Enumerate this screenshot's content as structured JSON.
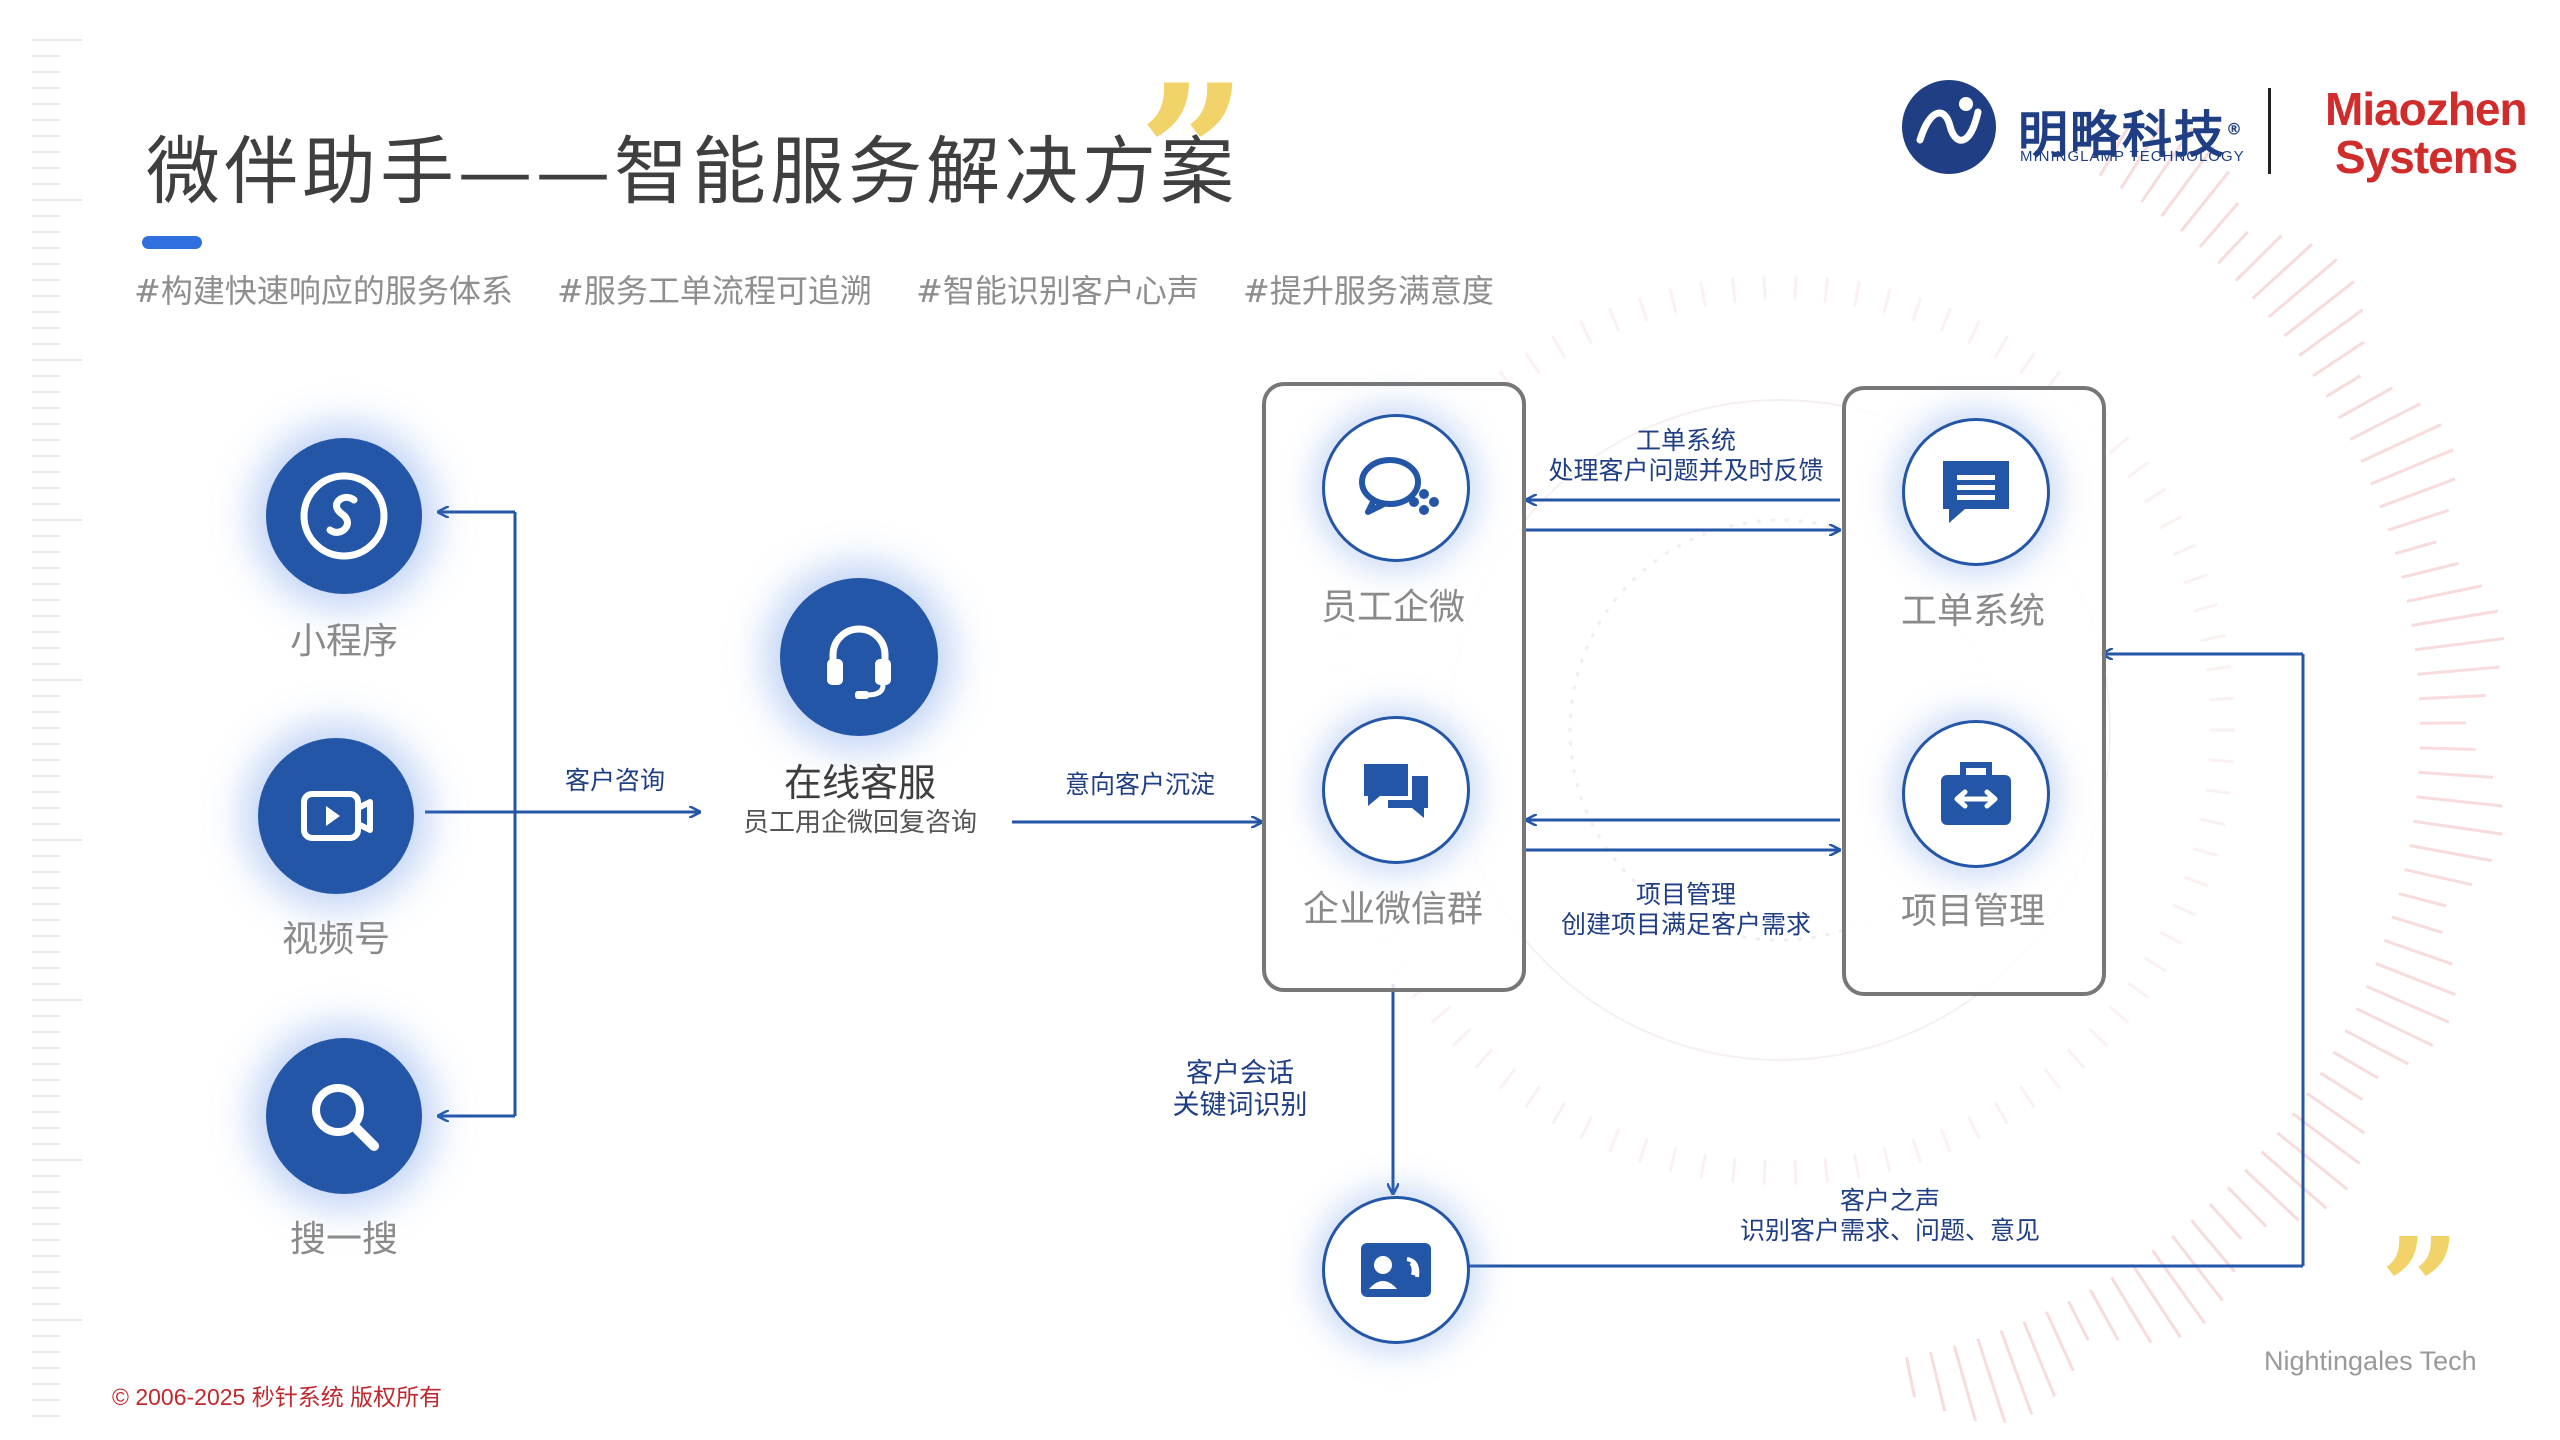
{
  "title": "微伴助手——智能服务解决方案",
  "tags": [
    "#构建快速响应的服务体系",
    "#服务工单流程可追溯",
    "#智能识别客户心声",
    "#提升服务满意度"
  ],
  "brand": {
    "cn_name": "明略科技",
    "registered": "®",
    "en_name": "MININGLAMP TECHNOLOGY",
    "miaozhen_line1": "Miaozhen",
    "miaozhen_line2": "Systems"
  },
  "channels": [
    {
      "label": "小程序",
      "icon": "miniprogram-icon"
    },
    {
      "label": "视频号",
      "icon": "video-channel-icon"
    },
    {
      "label": "搜一搜",
      "icon": "search-icon"
    }
  ],
  "service": {
    "title": "在线客服",
    "subtitle": "员工用企微回复咨询",
    "icon": "headset-icon"
  },
  "edges": {
    "consult": "客户咨询",
    "intent": "意向客户沉淀",
    "ticket_line1": "工单系统",
    "ticket_line2": "处理客户问题并及时反馈",
    "project_line1": "项目管理",
    "project_line2": "创建项目满足客户需求",
    "session_line1": "客户会话",
    "session_line2": "关键词识别",
    "voice_line1": "客户之声",
    "voice_line2": "识别客户需求、问题、意见"
  },
  "left_box": [
    {
      "label": "员工企微",
      "icon": "chat-bubbles-icon"
    },
    {
      "label": "企业微信群",
      "icon": "group-chat-icon"
    }
  ],
  "right_box": [
    {
      "label": "工单系统",
      "icon": "message-icon"
    },
    {
      "label": "项目管理",
      "icon": "briefcase-icon"
    }
  ],
  "voice_icon": "contact-card-icon",
  "copyright": "© 2006-2025 秒针系统 版权所有",
  "watermark": "Nightingales Tech",
  "colors": {
    "primary": "#2456a7",
    "accent": "#2f6fe0",
    "quote": "#f2d36a",
    "brand_red": "#d12c2c"
  }
}
